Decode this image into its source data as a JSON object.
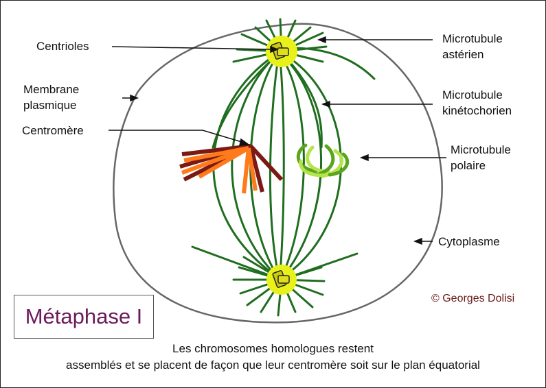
{
  "labels": {
    "centrioles": "Centrioles",
    "membrane_line1": "Membrane",
    "membrane_line2": "plasmique",
    "centromere": "Centromère",
    "asterien_line1": "Microtubule",
    "asterien_line2": "astérien",
    "kineto_line1": "Microtubule",
    "kineto_line2": "kinétochorien",
    "polaire_line1": "Microtubule",
    "polaire_line2": "polaire",
    "cytoplasme": "Cytoplasme"
  },
  "title": "Métaphase I",
  "copyright": "© Georges Dolisi",
  "caption": {
    "line1": "Les chromosomes homologues restent",
    "line2": "assemblés et se placent de façon que leur centromère soit sur le plan équatorial"
  },
  "colors": {
    "microtubule": "#1f6e1f",
    "centrosome": "#e8f21a",
    "chromosome_orange": "#ff7a1a",
    "chromosome_brown": "#7a1a12",
    "chromosome_green_dark": "#5aa51e",
    "chromosome_green_light": "#b5e34a",
    "title": "#6b1a5a"
  }
}
